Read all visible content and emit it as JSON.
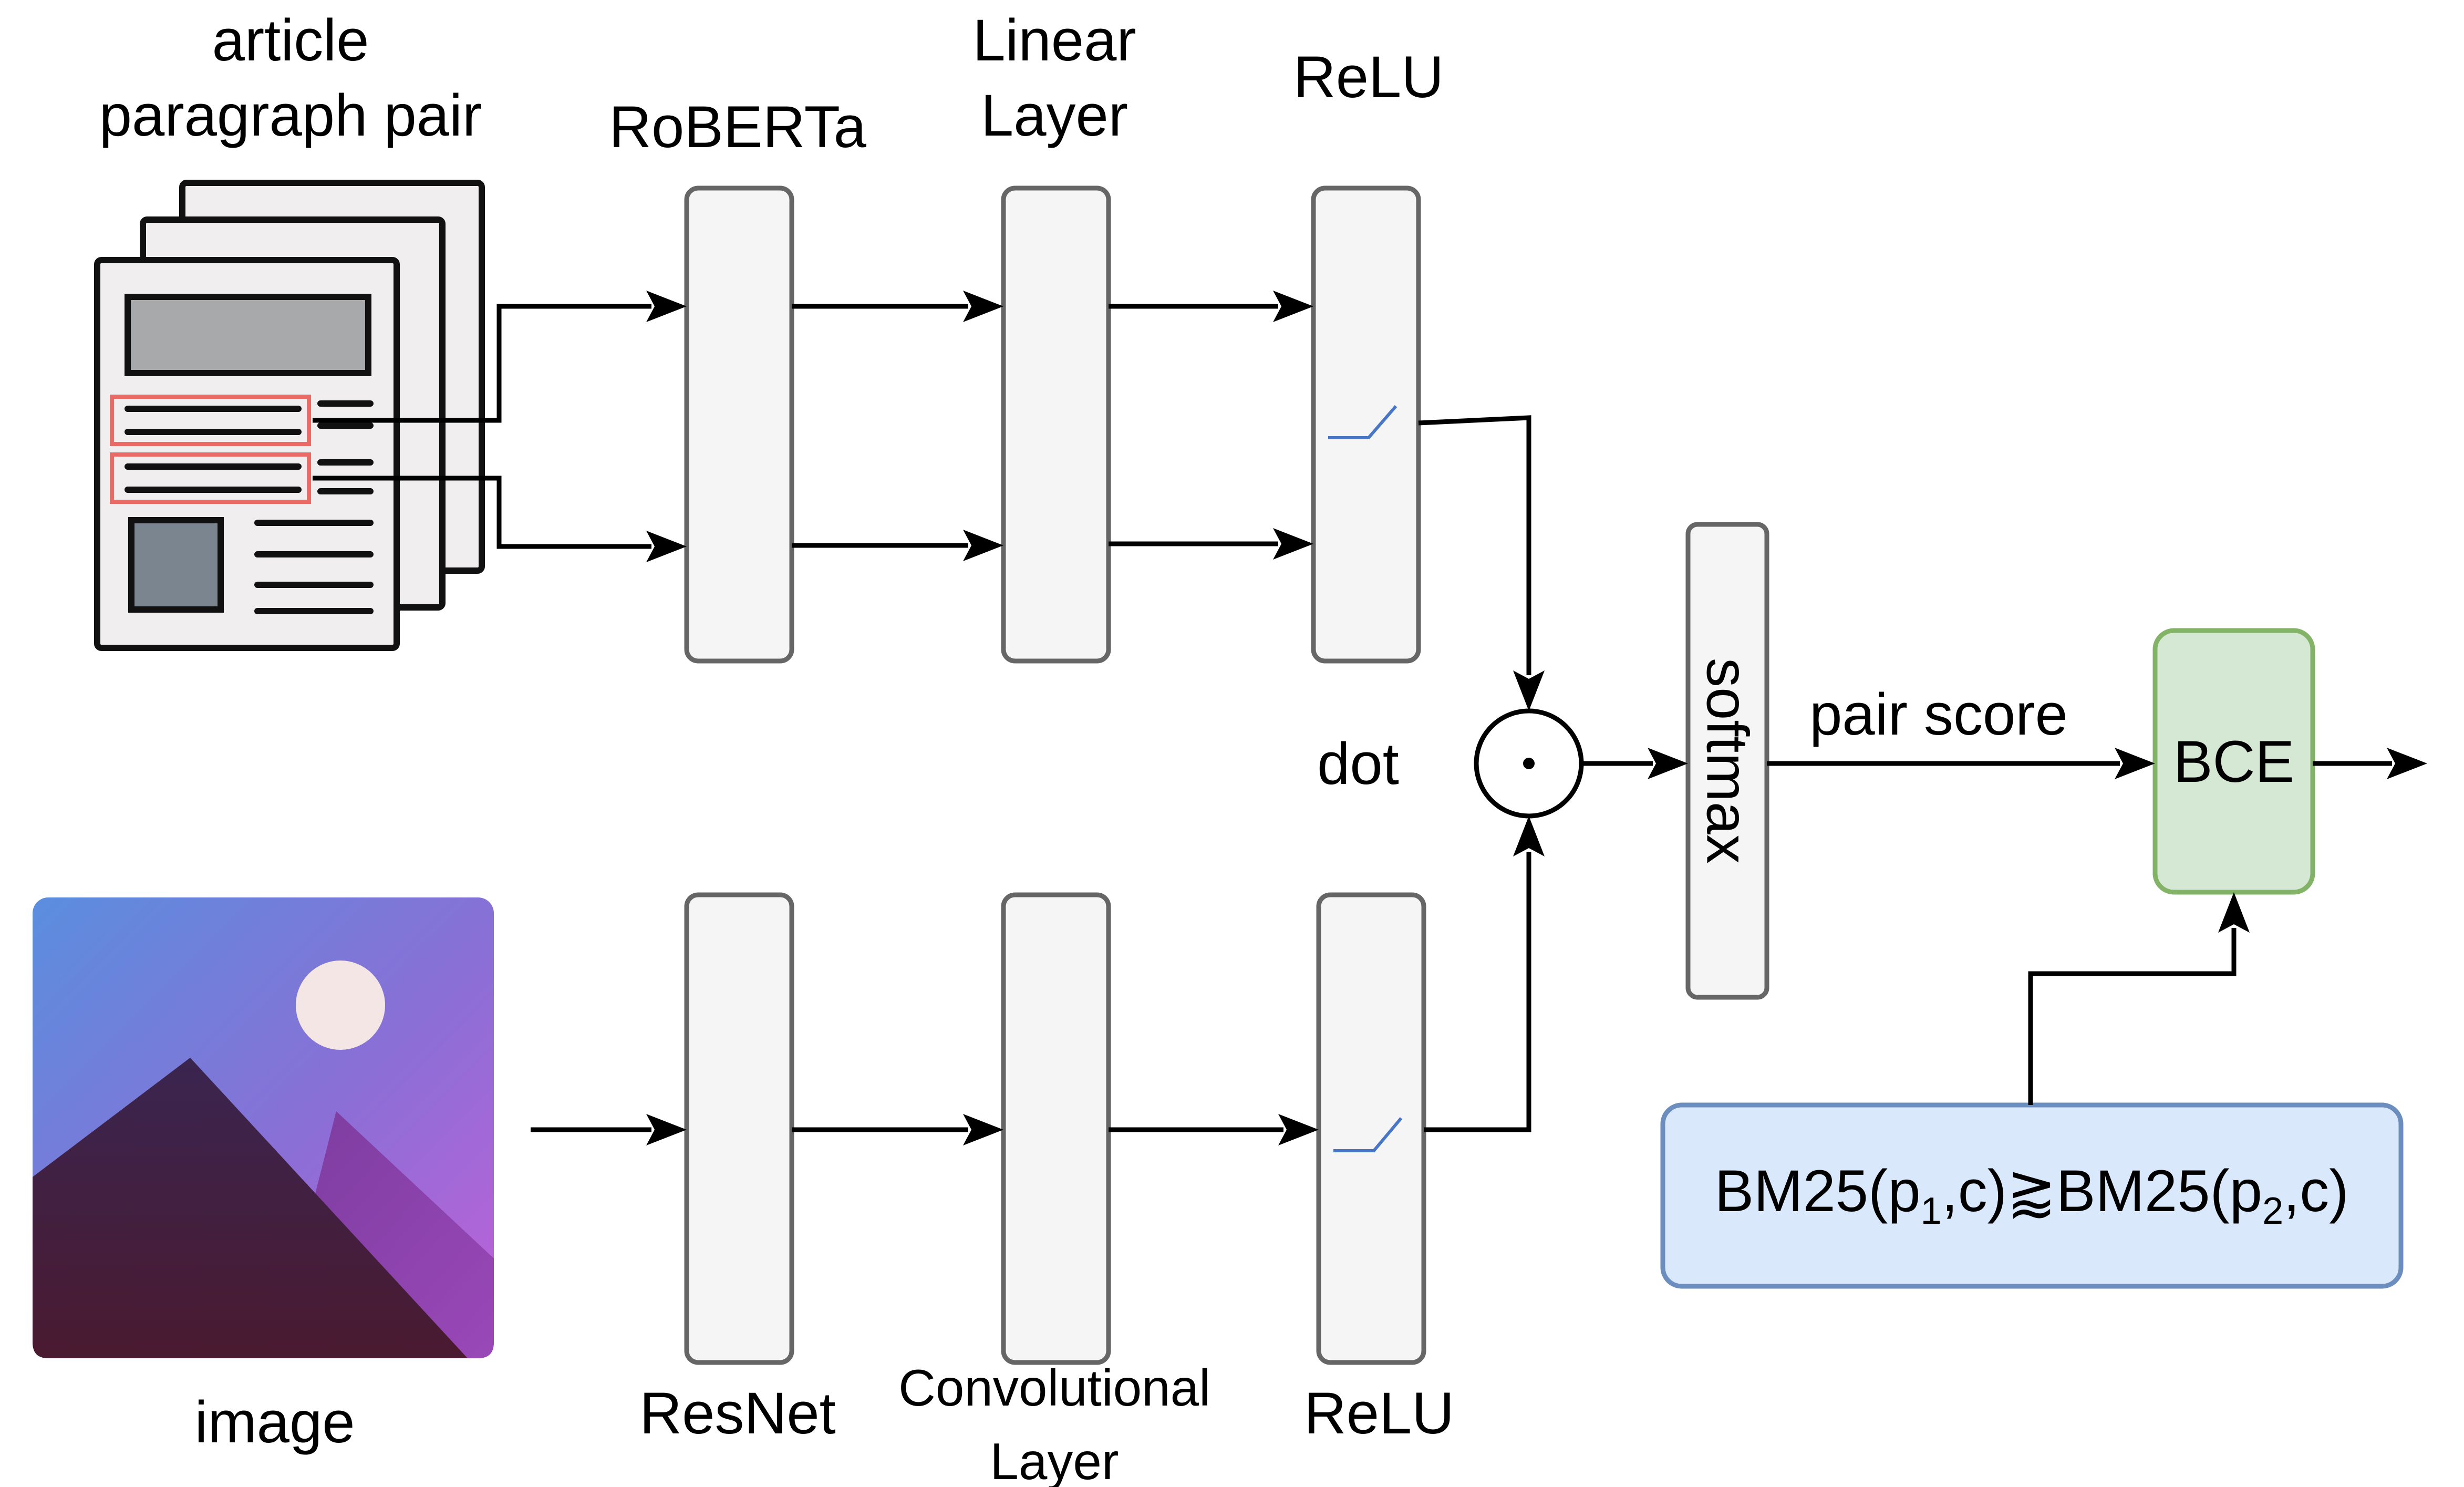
{
  "inputs": {
    "article": {
      "line1": "article",
      "line2": "paragraph pair"
    },
    "image": {
      "label": "image"
    }
  },
  "text_branch": {
    "encoder": "RoBERTa",
    "linear": {
      "line1": "Linear",
      "line2": "Layer"
    },
    "activation": "ReLU"
  },
  "image_branch": {
    "encoder": "ResNet",
    "conv": {
      "line1": "Convolutional",
      "line2": "Layer"
    },
    "activation": "ReLU"
  },
  "fusion": {
    "label": "dot",
    "symbol": "•"
  },
  "softmax": {
    "label": "softmax"
  },
  "score": {
    "label": "pair score"
  },
  "loss": {
    "label": "BCE",
    "color_fill": "#d5e8d4",
    "color_stroke": "#82b366"
  },
  "bm25": {
    "prefix": "BM25(p",
    "sub1": "1",
    "mid": ",c)⪆BM25(p",
    "sub2": "2",
    "suffix": ",c)",
    "color_fill": "#dae8fc",
    "color_stroke": "#6c8ebf"
  },
  "icons": {
    "document": "document-stack-icon",
    "picture": "image-placeholder-icon",
    "relu": "relu-curve-icon"
  },
  "colors": {
    "block_fill": "#f5f5f5",
    "block_stroke": "#666666",
    "highlight": "#ea6b66",
    "relu_curve": "#4a76c8"
  }
}
